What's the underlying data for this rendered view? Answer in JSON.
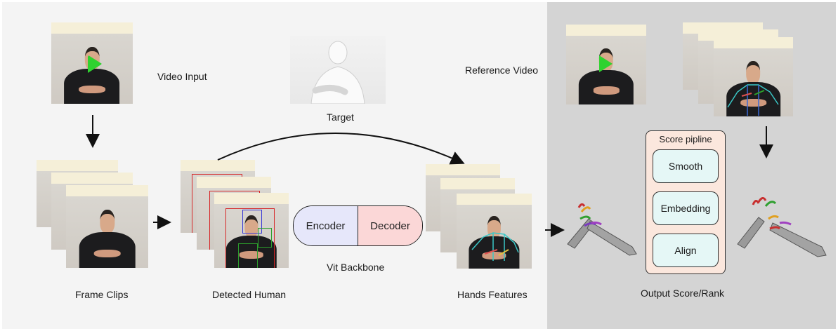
{
  "labels": {
    "video_input": "Video Input",
    "target": "Target",
    "reference_video": "Reference Video",
    "frame_clips": "Frame Clips",
    "detected_human": "Detected Human",
    "vit_backbone": "Vit Backbone",
    "hands_features": "Hands Features",
    "output_score": "Output Score/Rank"
  },
  "model": {
    "encoder": "Encoder",
    "decoder": "Decoder"
  },
  "score_pipeline": {
    "title": "Score pipline",
    "steps": [
      "Smooth",
      "Embedding",
      "Align"
    ]
  },
  "colors": {
    "left_panel": "#f4f4f4",
    "right_panel": "#d4d4d4",
    "encoder": "#e6e7fa",
    "decoder": "#fbd7d7",
    "score_box": "#fbe7dd",
    "score_item": "#e5f7f6",
    "play_icon": "#2fd22f",
    "person_box": "#d62728",
    "face_box": "#3b3bd6",
    "hand_box": "#2ca02c"
  },
  "icons": [
    "play-icon",
    "skeleton-overlay",
    "hand-mesh-icon"
  ]
}
